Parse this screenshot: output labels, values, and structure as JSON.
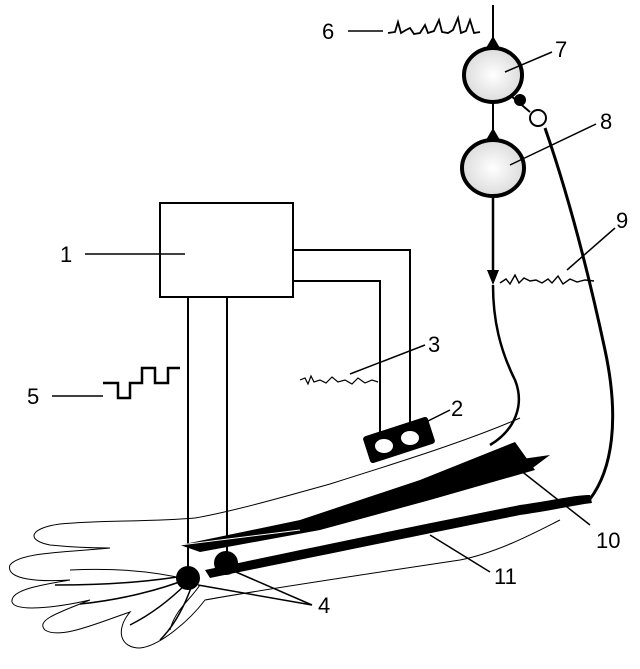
{
  "diagram": {
    "labels": [
      "1",
      "2",
      "3",
      "4",
      "5",
      "6",
      "7",
      "8",
      "9",
      "10",
      "11"
    ],
    "colors": {
      "ink": "#000000",
      "neuron_fill": "#e8e8e8",
      "background": "#ffffff"
    }
  }
}
